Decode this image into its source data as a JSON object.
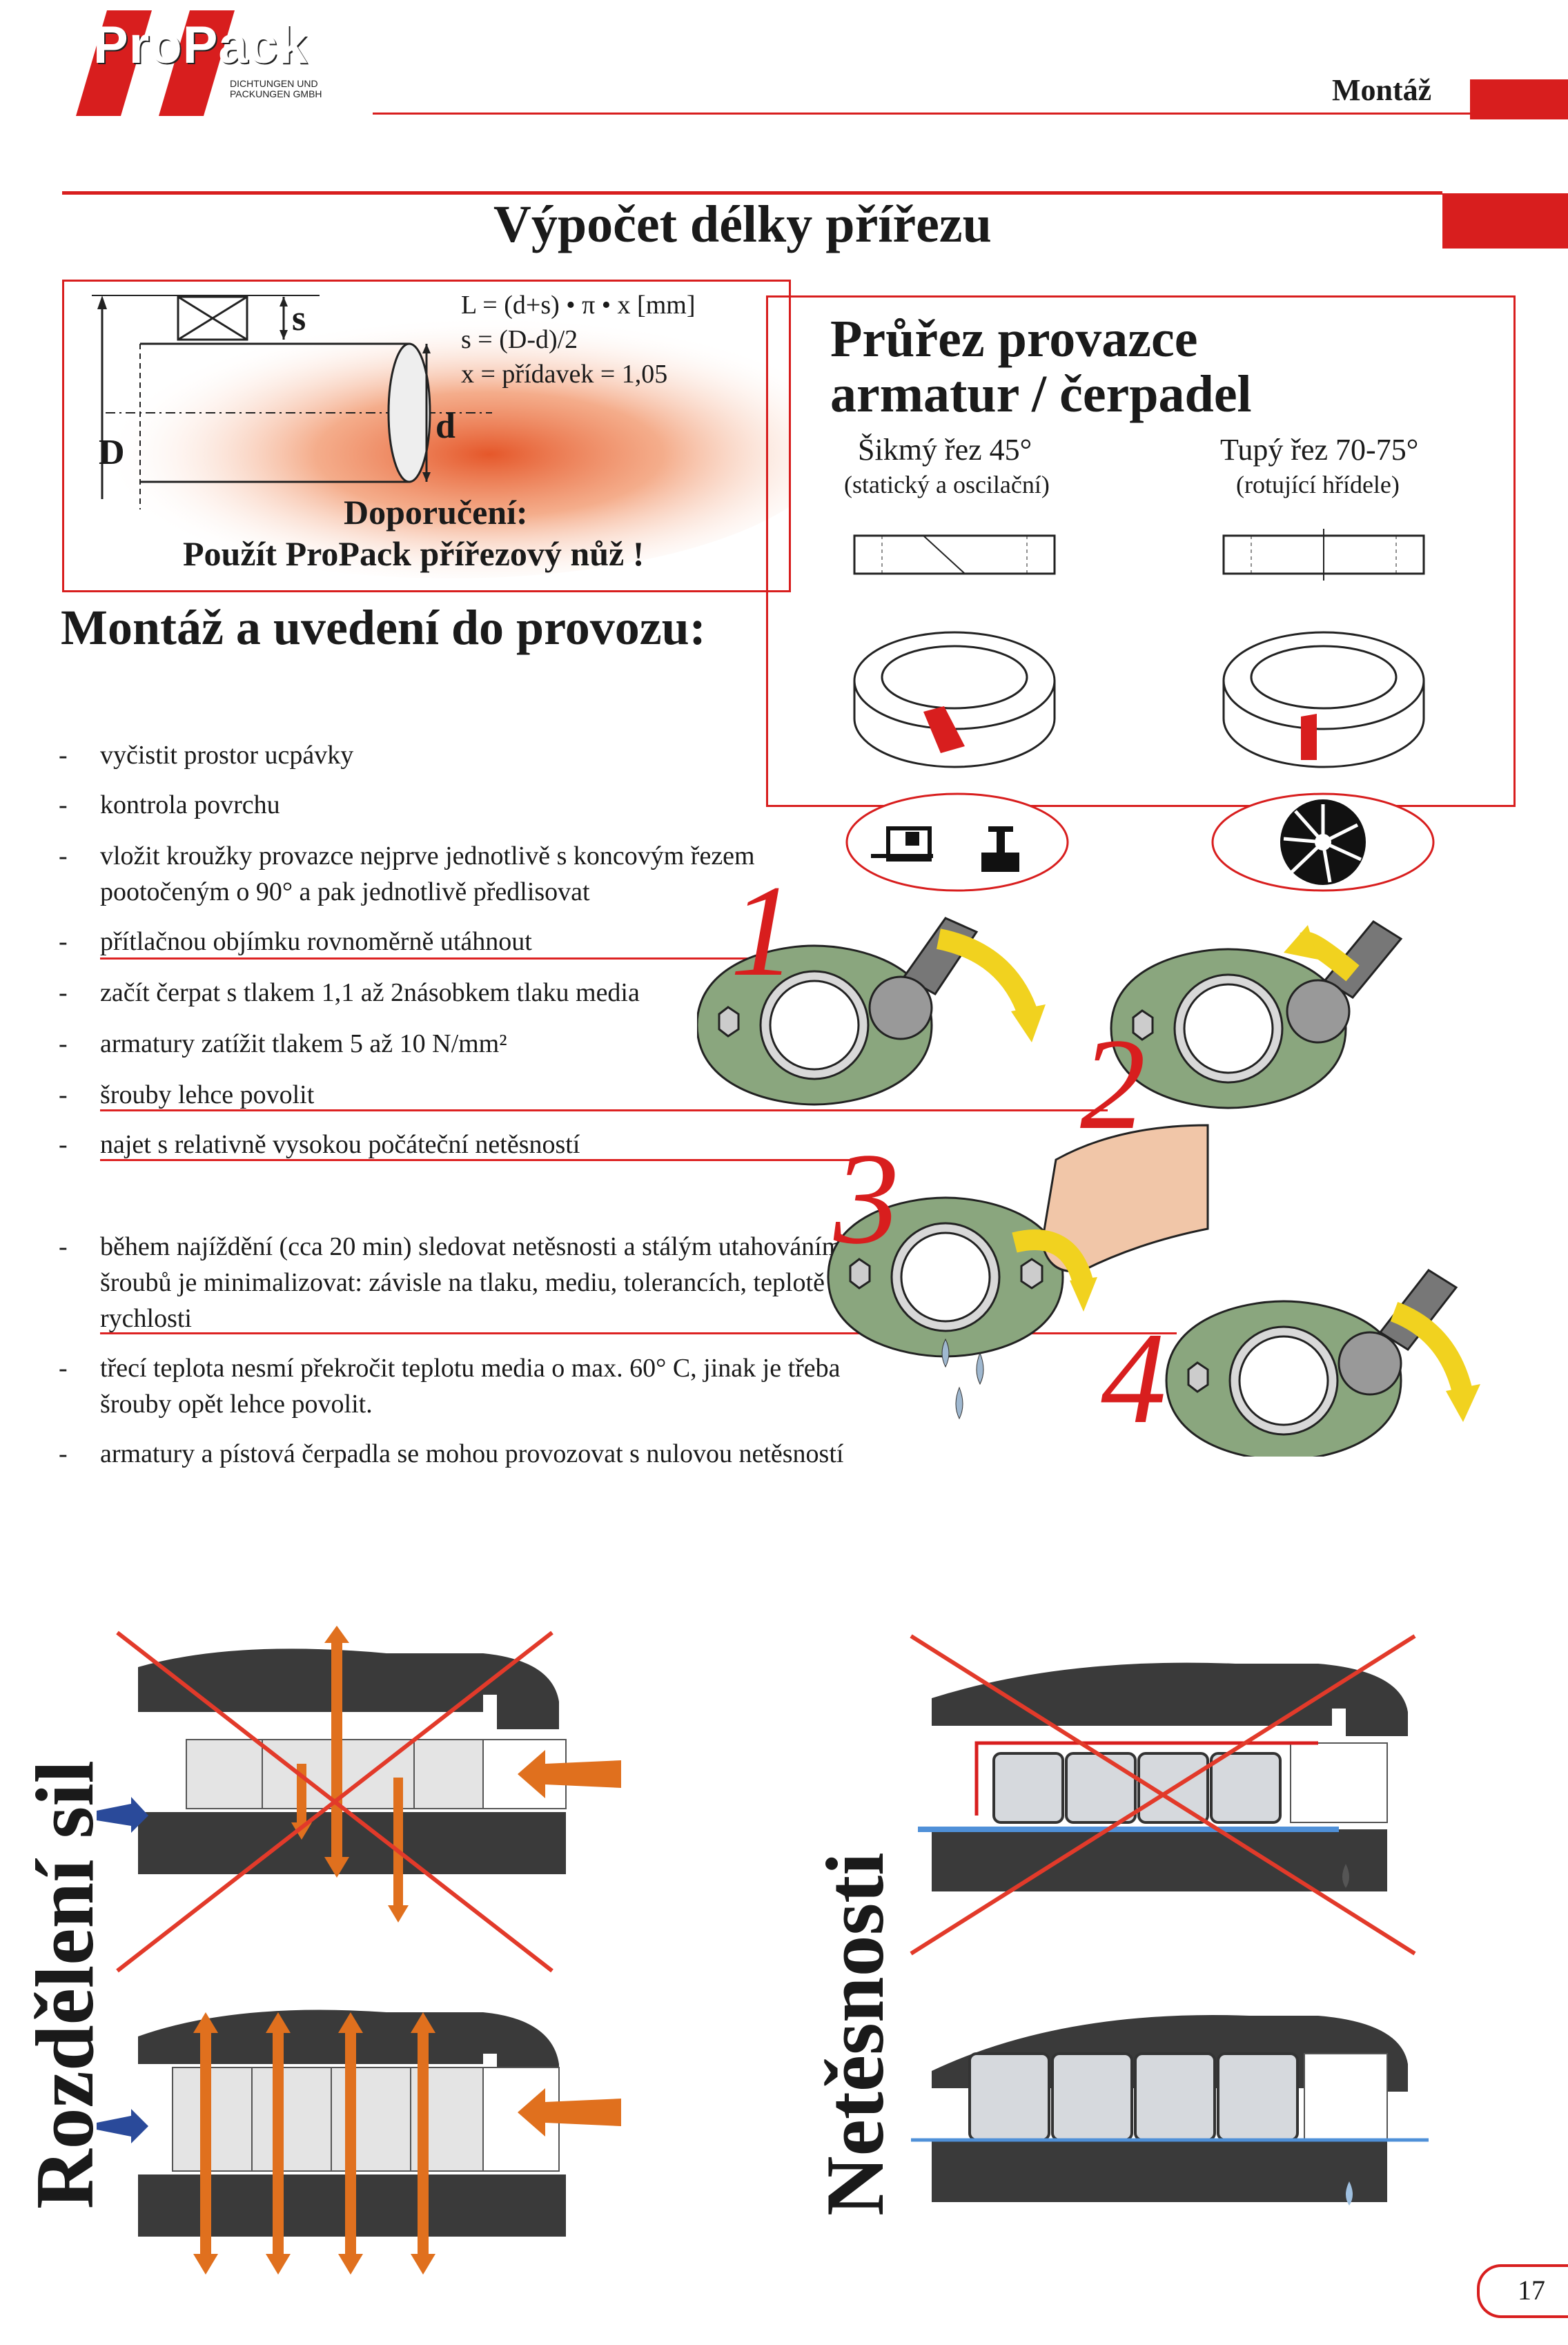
{
  "header": {
    "logo_text": "ProPack",
    "logo_subtitle_line1": "DICHTUNGEN UND",
    "logo_subtitle_line2": "PACKUNGEN GMBH",
    "section": "Montáž"
  },
  "calc": {
    "title": "Výpočet délky přířezu",
    "formula_l": "L = (d+s) • π • x [mm]",
    "formula_s": "s = (D-d)/2",
    "formula_x": "x = přídavek = 1,05",
    "label_s": "s",
    "label_D": "D",
    "label_d": "d",
    "recommendation_title": "Doporučení:",
    "recommendation_text": "Použít ProPack přířezový nůž !"
  },
  "cross_section": {
    "title_line1": "Průřez provazce",
    "title_line2": "armatur / čerpadel",
    "left_cut": "Šikmý řez 45°",
    "left_use": "(statický a oscilační)",
    "right_cut": "Tupý řez 70-75°",
    "right_use": "(rotující hřídele)"
  },
  "mounting": {
    "title": "Montáž a uvedení do provozu:",
    "items": [
      "vyčistit prostor ucpávky",
      "kontrola povrchu",
      "vložit kroužky provazce nejprve jednotlivě s koncovým řezem pootočeným o 90° a pak jednotlivě předlisovat",
      "přítlačnou objímku rovnoměrně utáhnout",
      "začít čerpat s tlakem 1,1 až 2násobkem tlaku media",
      "armatury zatížit tlakem 5 až 10 N/mm²",
      "šrouby lehce povolit",
      "najet s relativně vysokou počáteční netěsností",
      "během najíždění (cca 20 min) sledovat netěsnosti a stálým utahováním šroubů je minimalizovat: závisle na tlaku, mediu, tolerancích, teplotě a rychlosti",
      "třecí teplota nesmí překročit teplotu media o max. 60° C, jinak je třeba šrouby opět lehce povolit.",
      "armatury a pístová čerpadla se mohou provozovat s nulovou netěsností"
    ],
    "dash": "-",
    "steps": [
      "1",
      "2",
      "3",
      "4"
    ]
  },
  "bottom": {
    "left_title": "Rozdělení sil",
    "right_title": "Netěsnosti"
  },
  "page_number": "17",
  "colors": {
    "brand_red": "#d81e1e",
    "flange_green": "#8aa67e",
    "arrow_orange": "#e0701e",
    "arrow_yellow": "#f1d21f",
    "arrow_blue": "#2a4a9a"
  }
}
